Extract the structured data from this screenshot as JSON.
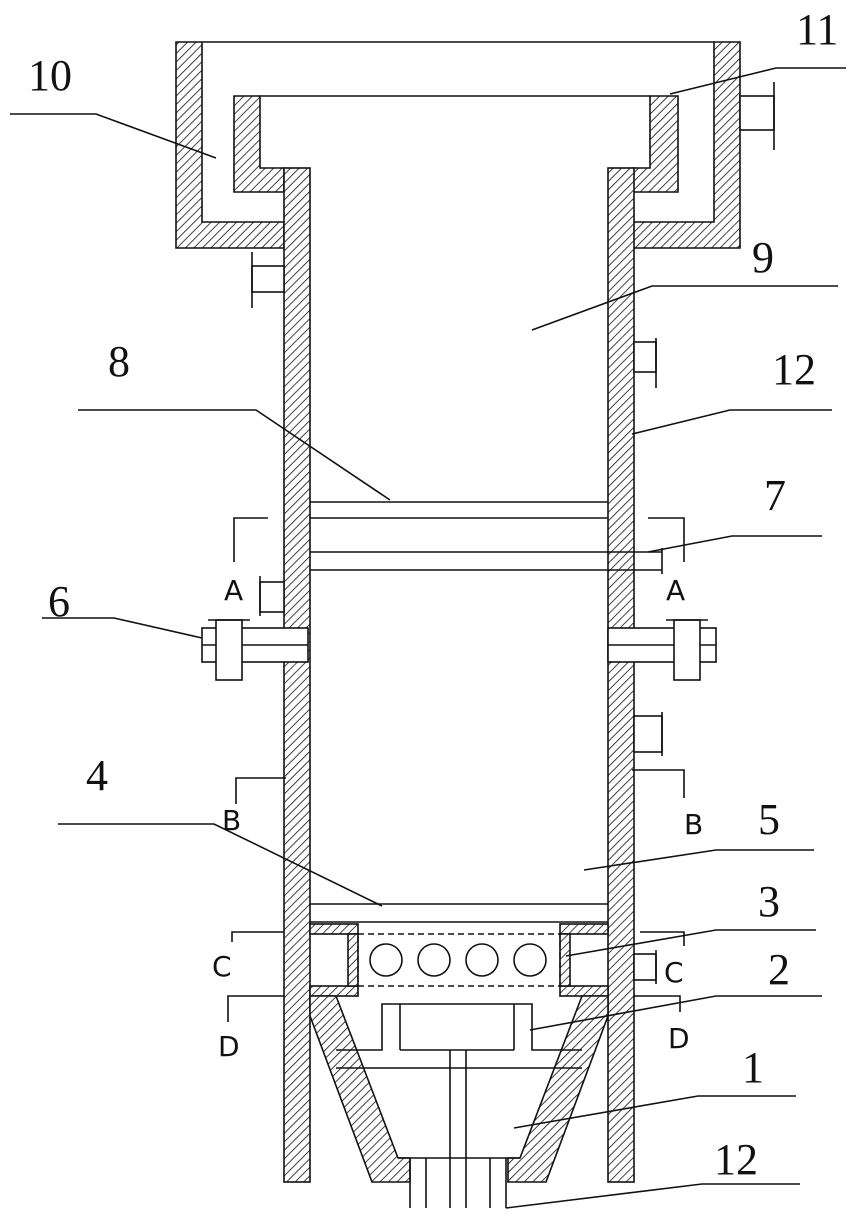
{
  "labels": {
    "n1": "1",
    "n2": "2",
    "n3": "3",
    "n4": "4",
    "n5": "5",
    "n6": "6",
    "n7": "7",
    "n8": "8",
    "n9": "9",
    "n10": "10",
    "n11": "11",
    "n12_upper": "12",
    "n12_lower": "12"
  },
  "sections": {
    "a_left": "A",
    "a_right": "A",
    "b_left": "B",
    "b_right": "B",
    "c_left": "C",
    "c_right": "C",
    "d_left": "D",
    "d_right": "D"
  }
}
